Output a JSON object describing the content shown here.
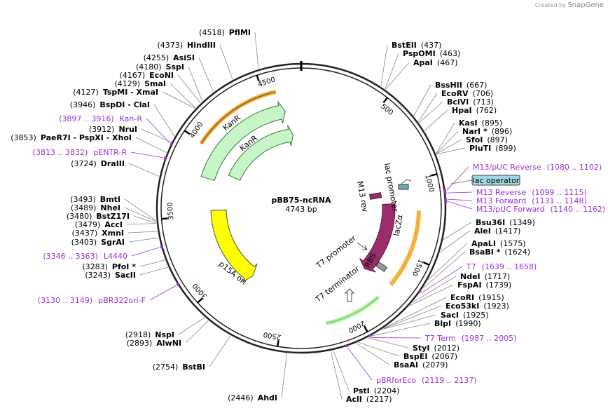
{
  "credit": {
    "prefix": "Created by",
    "brand": "SnapGene"
  },
  "plasmid": {
    "name": "pBB75-ncRNA",
    "length_label": "4743 bp",
    "length": 4743
  },
  "colors": {
    "backbone": "#222222",
    "enzyme": "#000000",
    "primer": "#9b30d9",
    "kanR": "#c8f5c8",
    "p15A": "#ffff00",
    "lacZa": "#9b2d6b",
    "orange": "#f5a623",
    "green": "#6fcf57",
    "lacop": "#a0d8e6"
  },
  "ticks": [
    "500",
    "1000",
    "1500",
    "2000",
    "2500",
    "3000",
    "3500",
    "4000",
    "4500"
  ],
  "enzymes": [
    {
      "name": "PflMI",
      "pos": "(4518)",
      "bp": 4518
    },
    {
      "name": "HindIII",
      "pos": "(4373)",
      "bp": 4373
    },
    {
      "name": "AsiSI",
      "pos": "(4255)",
      "bp": 4255
    },
    {
      "name": "SspI",
      "pos": "(4180)",
      "bp": 4180
    },
    {
      "name": "EcoNI",
      "pos": "(4167)",
      "bp": 4167
    },
    {
      "name": "SmaI",
      "pos": "(4129)",
      "bp": 4129
    },
    {
      "name": "TspMI - XmaI",
      "pos": "(4127)",
      "bp": 4127
    },
    {
      "name": "BspDI - ClaI",
      "pos": "(3946)",
      "bp": 3946
    },
    {
      "name": "NruI",
      "pos": "(3912)",
      "bp": 3912
    },
    {
      "name": "PaeR7I - PspXI - XhoI",
      "pos": "(3853)",
      "bp": 3853
    },
    {
      "name": "DraIII",
      "pos": "(3724)",
      "bp": 3724
    },
    {
      "name": "BmtI",
      "pos": "(3493)",
      "bp": 3493
    },
    {
      "name": "NheI",
      "pos": "(3489)",
      "bp": 3489
    },
    {
      "name": "BstZ17I",
      "pos": "(3480)",
      "bp": 3480
    },
    {
      "name": "AccI",
      "pos": "(3479)",
      "bp": 3479
    },
    {
      "name": "XmnI",
      "pos": "(3437)",
      "bp": 3437
    },
    {
      "name": "SgrAI",
      "pos": "(3403)",
      "bp": 3403
    },
    {
      "name": "PfoI *",
      "pos": "(3283)",
      "bp": 3283
    },
    {
      "name": "SacII",
      "pos": "(3243)",
      "bp": 3243
    },
    {
      "name": "NspI",
      "pos": "(2918)",
      "bp": 2918
    },
    {
      "name": "AlwNI",
      "pos": "(2893)",
      "bp": 2893
    },
    {
      "name": "BstBI",
      "pos": "(2754)",
      "bp": 2754
    },
    {
      "name": "AhdI",
      "pos": "(2446)",
      "bp": 2446
    },
    {
      "name": "AclI",
      "pos": "(2217)",
      "bp": 2217
    },
    {
      "name": "PstI",
      "pos": "(2204)",
      "bp": 2204
    },
    {
      "name": "BsaAI",
      "pos": "(2079)",
      "bp": 2079
    },
    {
      "name": "BspEI",
      "pos": "(2067)",
      "bp": 2067
    },
    {
      "name": "StyI",
      "pos": "(2012)",
      "bp": 2012
    },
    {
      "name": "BlpI",
      "pos": "(1990)",
      "bp": 1990
    },
    {
      "name": "SacI",
      "pos": "(1925)",
      "bp": 1925
    },
    {
      "name": "Eco53kI",
      "pos": "(1923)",
      "bp": 1923
    },
    {
      "name": "EcoRI",
      "pos": "(1915)",
      "bp": 1915
    },
    {
      "name": "FspAI",
      "pos": "(1739)",
      "bp": 1739
    },
    {
      "name": "NdeI",
      "pos": "(1717)",
      "bp": 1717
    },
    {
      "name": "BsaBI *",
      "pos": "(1624)",
      "bp": 1624
    },
    {
      "name": "ApaLI",
      "pos": "(1575)",
      "bp": 1575
    },
    {
      "name": "AleI",
      "pos": "(1417)",
      "bp": 1417
    },
    {
      "name": "Bsu36I",
      "pos": "(1349)",
      "bp": 1349
    },
    {
      "name": "PluTI",
      "pos": "(899)",
      "bp": 899
    },
    {
      "name": "SfoI",
      "pos": "(897)",
      "bp": 897
    },
    {
      "name": "NarI *",
      "pos": "(896)",
      "bp": 896
    },
    {
      "name": "KasI",
      "pos": "(895)",
      "bp": 895
    },
    {
      "name": "HpaI",
      "pos": "(762)",
      "bp": 762
    },
    {
      "name": "BciVI",
      "pos": "(713)",
      "bp": 713
    },
    {
      "name": "EcoRV",
      "pos": "(706)",
      "bp": 706
    },
    {
      "name": "BssHII",
      "pos": "(667)",
      "bp": 667
    },
    {
      "name": "ApaI",
      "pos": "(467)",
      "bp": 467
    },
    {
      "name": "PspOMI",
      "pos": "(463)",
      "bp": 463
    },
    {
      "name": "BstEII",
      "pos": "(437)",
      "bp": 437
    }
  ],
  "primers": [
    {
      "name": "Kan-R",
      "pos": "(3897 .. 3916)",
      "bp": 3906
    },
    {
      "name": "pENTR-R",
      "pos": "(3813 .. 3832)",
      "bp": 3822
    },
    {
      "name": "L4440",
      "pos": "(3346 .. 3363)",
      "bp": 3354
    },
    {
      "name": "pBR322ori-F",
      "pos": "(3130 .. 3149)",
      "bp": 3140
    },
    {
      "name": "pBRforEco",
      "pos": "(2119 .. 2137)",
      "bp": 2128
    },
    {
      "name": "T7 Term",
      "pos": "(1987 .. 2005)",
      "bp": 1996
    },
    {
      "name": "T7",
      "pos": "(1639 .. 1658)",
      "bp": 1648
    },
    {
      "name": "M13/pUC Forward",
      "pos": "(1140 .. 1162)",
      "bp": 1151
    },
    {
      "name": "M13 Forward",
      "pos": "(1131 .. 1148)",
      "bp": 1140
    },
    {
      "name": "M13 Reverse",
      "pos": "(1099 .. 1115)",
      "bp": 1107
    },
    {
      "name": "M13/pUC Reverse",
      "pos": "(1080 .. 1102)",
      "bp": 1091
    }
  ],
  "features": {
    "lac_operator": "lac operator",
    "kanR_outer": "KanR",
    "kanR_inner": "KanR",
    "p15A": "p15A ori",
    "lacZa": "lacZα",
    "lac_promoter": "lac promoter",
    "m13_rev": "M13 rev",
    "t7_promoter": "T7 promoter",
    "rbs": "RBS",
    "t7_terminator": "T7 terminator"
  }
}
